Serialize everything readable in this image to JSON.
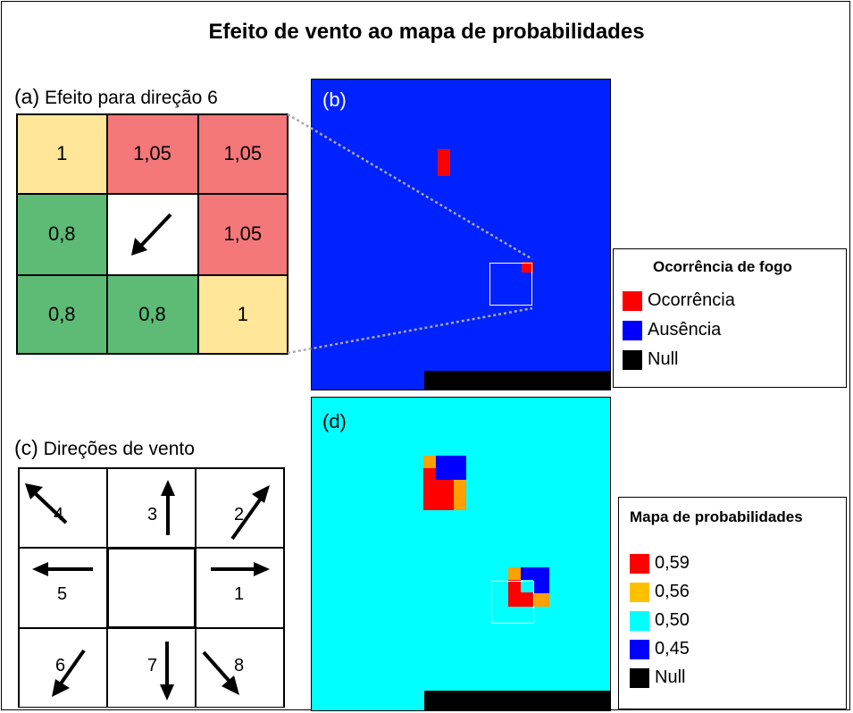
{
  "title": "Efeito de vento ao mapa de probabilidades",
  "panel_a": {
    "label": "(a)",
    "caption": "Efeito para direção 6",
    "cells": [
      "1",
      "1,05",
      "1,05",
      "0,8",
      "",
      "1,05",
      "0,8",
      "0,8",
      "1"
    ],
    "colors": {
      "yellow": "#ffe699",
      "red": "#f4777a",
      "green": "#5dbb76",
      "white": "#ffffff"
    }
  },
  "panel_b": {
    "label": "(b)"
  },
  "panel_c": {
    "label": "(c)",
    "caption": "Direções de vento",
    "directions": [
      "4",
      "3",
      "2",
      "5",
      "1",
      "6",
      "7",
      "8"
    ]
  },
  "panel_d": {
    "label": "(d)"
  },
  "legend_fire": {
    "title": "Ocorrência de fogo",
    "items": [
      {
        "label": "Ocorrência",
        "color": "#ff0000"
      },
      {
        "label": "Ausência",
        "color": "#0000ff"
      },
      {
        "label": "Null",
        "color": "#000000"
      }
    ]
  },
  "legend_prob": {
    "title": "Mapa de probabilidades",
    "items": [
      {
        "label": "0,59",
        "color": "#ff0000"
      },
      {
        "label": "0,56",
        "color": "#ffc000"
      },
      {
        "label": "0,50",
        "color": "#00ffff"
      },
      {
        "label": "0,45",
        "color": "#0000ff"
      },
      {
        "label": "Null",
        "color": "#000000"
      }
    ]
  },
  "colors": {
    "blue_map": "#0022ff",
    "cyan_map": "#00ffff",
    "red": "#ff0000",
    "orange": "#ffa000",
    "blue": "#0000ff",
    "black": "#000000"
  }
}
